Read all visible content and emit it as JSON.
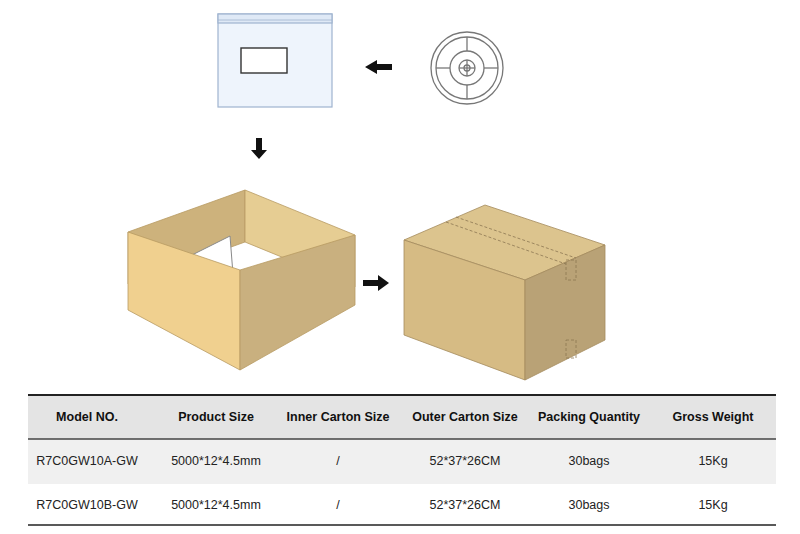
{
  "diagram": {
    "labels": [
      "Model NO.",
      "Product Size",
      "Inner Carton Size",
      "Outer Carton Size",
      "Packing Quantity",
      "Gross Weight",
      "R7C0GW10A-GW",
      "5000*12*4.5mm",
      "/",
      "52*37*26CM",
      "30bags",
      "15Kg",
      "R7C0GW10B-GW",
      "5000*12*4.5mm",
      "/",
      "52*37*26CM",
      "30bags",
      "15Kg"
    ]
  }
}
